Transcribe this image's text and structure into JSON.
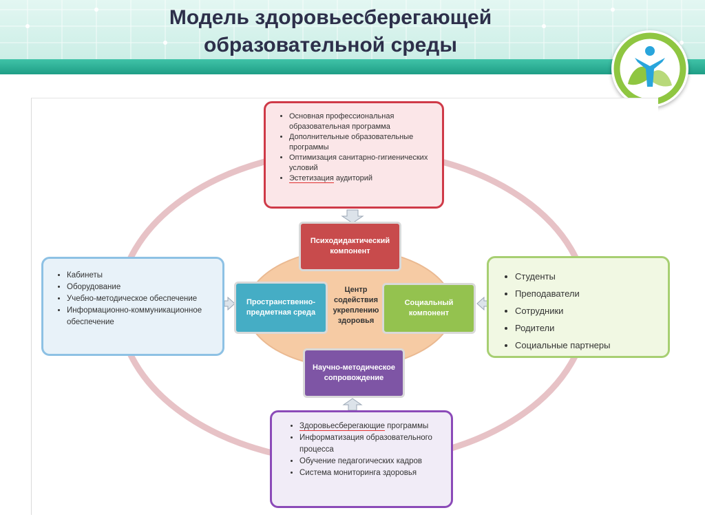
{
  "header": {
    "title_line1": "Модель здоровьесберегающей",
    "title_line2": "образовательной среды"
  },
  "logo": {
    "icon": "person-leaf-logo-icon"
  },
  "diagram": {
    "center_label": "Центр содействия укреплению здоровья",
    "components": {
      "psychodidactic": "Психодидактический компонент",
      "spatial": "Пространственно-предметная среда",
      "social": "Социальный компонент",
      "methodical": "Научно-методическое сопровождение"
    },
    "top_box": {
      "items": [
        "Основная профессиональная образовательная программа",
        "Дополнительные образовательные программы",
        "Оптимизация санитарно-гигиенических условий"
      ],
      "item4_word": "Эстетизация",
      "item4_rest": " аудиторий"
    },
    "left_box": {
      "items": [
        "Кабинеты",
        "Оборудование",
        "Учебно-методическое обеспечение",
        "Информационно-коммуникационное обеспечение"
      ]
    },
    "right_box": {
      "items": [
        "Студенты",
        "Преподаватели",
        "Сотрудники",
        "Родители",
        "Социальные партнеры"
      ]
    },
    "bottom_box": {
      "item1_word": "Здоровьесберегающие",
      "item1_rest": " программы",
      "items": [
        "Информатизация образовательного процесса",
        "Обучение педагогических кадров",
        "Система мониторинга здоровья"
      ]
    },
    "colors": {
      "ellipse": "#e7c2c6",
      "center_fill": "#f6cba4",
      "arrow_fill": "#dce3ea",
      "red": "#cf3a48",
      "blue": "#8dc1e4",
      "green": "#a7cf72",
      "purple": "#8b4ab8"
    }
  }
}
